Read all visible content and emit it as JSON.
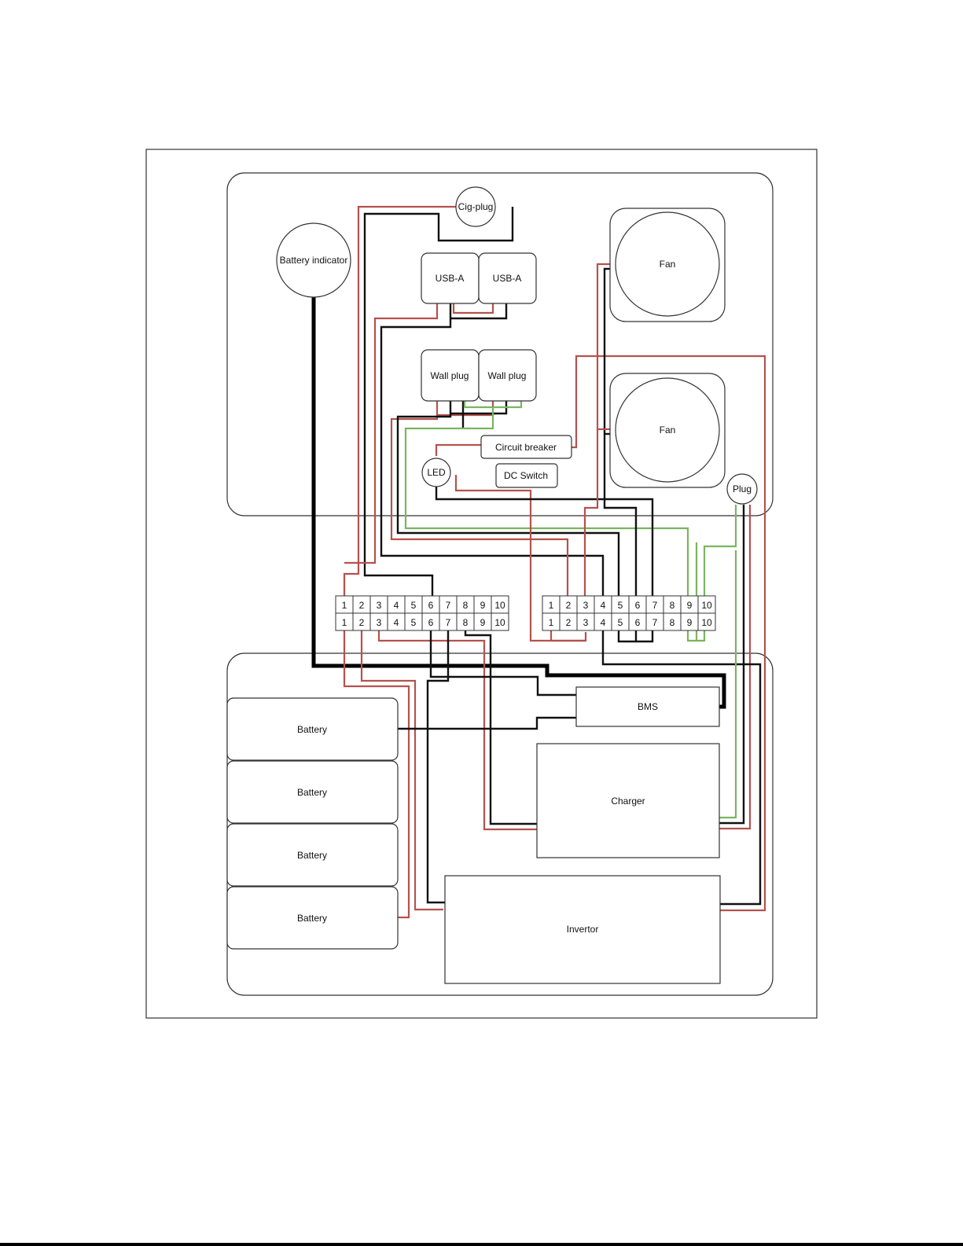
{
  "components": {
    "cig_plug": "Cig-plug",
    "battery_indicator": "Battery indicator",
    "usb_a_1": "USB-A",
    "usb_a_2": "USB-A",
    "wall_plug_1": "Wall plug",
    "wall_plug_2": "Wall plug",
    "fan_top": "Fan",
    "fan_bottom": "Fan",
    "circuit_breaker": "Circuit breaker",
    "dc_switch": "DC Switch",
    "led": "LED",
    "plug": "Plug",
    "bms": "BMS",
    "charger": "Charger",
    "invertor": "Invertor",
    "batteries": [
      "Battery",
      "Battery",
      "Battery",
      "Battery"
    ]
  },
  "terminal_blocks": {
    "left_top": [
      "1",
      "2",
      "3",
      "4",
      "5",
      "6",
      "7",
      "8",
      "9",
      "10"
    ],
    "left_bottom": [
      "1",
      "2",
      "3",
      "4",
      "5",
      "6",
      "7",
      "8",
      "9",
      "10"
    ],
    "right_top": [
      "1",
      "2",
      "3",
      "4",
      "5",
      "6",
      "7",
      "8",
      "9",
      "10"
    ],
    "right_bottom": [
      "1",
      "2",
      "3",
      "4",
      "5",
      "6",
      "7",
      "8",
      "9",
      "10"
    ]
  },
  "wire_colors": {
    "red": "#b5524e",
    "black": "#111111",
    "green": "#7ab560"
  }
}
